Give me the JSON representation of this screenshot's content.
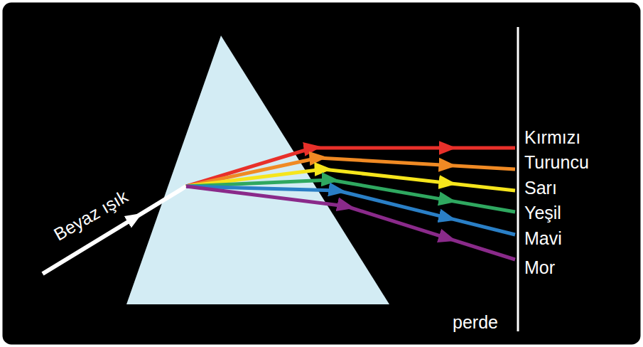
{
  "diagram": {
    "labels": [
      "Beyaz ışık",
      "Kırmızı",
      "Turuncu",
      "Sarı",
      "Yeşil",
      "Mavi",
      "Mor",
      "perde"
    ]
  }
}
